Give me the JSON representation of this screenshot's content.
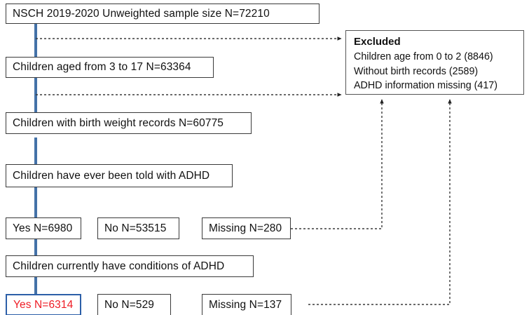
{
  "diagram": {
    "title": "NSCH 2019-2020 ADHD study participant flow",
    "accent_blue": "#4472a8",
    "highlight_red": "#ee1c25",
    "highlight_border": "#2c5fa8"
  },
  "nodes": {
    "source": "NSCH 2019-2020  Unweighted sample size N=72210",
    "age_filter": "Children aged from 3 to 17 N=63364",
    "birth_weight": "Children with birth weight records N=60775",
    "ever_told_adhd": "Children have ever been told with ADHD",
    "ever_yes": "Yes N=6980",
    "ever_no": "No N=53515",
    "ever_missing": "Missing N=280",
    "current_adhd": "Children currently have conditions of ADHD",
    "current_yes": "Yes N=6314",
    "current_no": "No N=529",
    "current_missing": "Missing N=137"
  },
  "excluded": {
    "title": "Excluded",
    "reasons": [
      "Children age from 0 to 2 (8846)",
      "Without birth records (2589)",
      "ADHD  information missing (417)"
    ]
  }
}
